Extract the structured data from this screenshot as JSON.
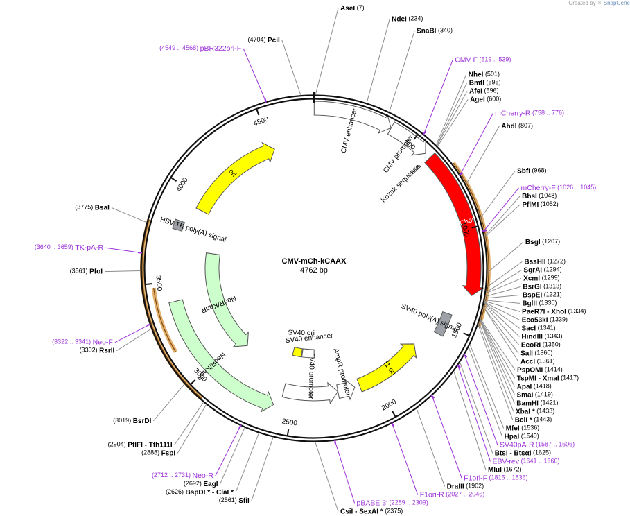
{
  "header": {
    "created_by": "Created by",
    "brand": "SnapGene"
  },
  "plasmid": {
    "name": "CMV-mCh-kCAAX",
    "size_label": "4762 bp",
    "length": 4762
  },
  "colors": {
    "backbone": "#111111",
    "enzyme_line": "#8c8c8c",
    "primer": "#9b30d8",
    "origin": "#ffff00",
    "promoter": "#ffffff",
    "cds_red": "#ff0000",
    "cds_green": "#ccffcc",
    "polyA": "#9ea2a8",
    "orange_outline": "#d9963d"
  },
  "ticks": [
    "500",
    "1000",
    "1500",
    "2000",
    "2500",
    "3000",
    "3500",
    "4000",
    "4500"
  ],
  "sites": [
    {
      "name": "SnaBI",
      "pos": "(340)",
      "enzyme": true
    },
    {
      "name": "CMV-F",
      "pos": "(519 .. 539)",
      "enzyme": false
    },
    {
      "name": "NheI",
      "pos": "(591)",
      "enzyme": true
    },
    {
      "name": "BmtI",
      "pos": "(595)",
      "enzyme": true
    },
    {
      "name": "AfeI",
      "pos": "(596)",
      "enzyme": true
    },
    {
      "name": "AgeI",
      "pos": "(600)",
      "enzyme": true
    },
    {
      "name": "mCherry-R",
      "pos": "(758 .. 776)",
      "enzyme": false
    },
    {
      "name": "AhdI",
      "pos": "(807)",
      "enzyme": true
    },
    {
      "name": "SbfI",
      "pos": "(968)",
      "enzyme": true
    },
    {
      "name": "mCherry-F",
      "pos": "(1026 .. 1045)",
      "enzyme": false
    },
    {
      "name": "BbsI",
      "pos": "(1048)",
      "enzyme": true
    },
    {
      "name": "PflMI",
      "pos": "(1052)",
      "enzyme": true
    },
    {
      "name": "BsgI",
      "pos": "(1207)",
      "enzyme": true
    },
    {
      "name": "BssHII",
      "pos": "(1272)",
      "enzyme": true
    },
    {
      "name": "SgrAI",
      "pos": "(1294)",
      "enzyme": true
    },
    {
      "name": "XcmI",
      "pos": "(1299)",
      "enzyme": true
    },
    {
      "name": "BsrGI",
      "pos": "(1313)",
      "enzyme": true
    },
    {
      "name": "BspEI",
      "pos": "(1321)",
      "enzyme": true
    },
    {
      "name": "BglII",
      "pos": "(1330)",
      "enzyme": true
    },
    {
      "name": "PaeR7I  - XhoI",
      "pos": "(1334)",
      "enzyme": true
    },
    {
      "name": "Eco53kI",
      "pos": "(1339)",
      "enzyme": true
    },
    {
      "name": "SacI",
      "pos": "(1341)",
      "enzyme": true
    },
    {
      "name": "HindIII",
      "pos": "(1343)",
      "enzyme": true
    },
    {
      "name": "EcoRI",
      "pos": "(1350)",
      "enzyme": true
    },
    {
      "name": "SalI",
      "pos": "(1360)",
      "enzyme": true
    },
    {
      "name": "AccI",
      "pos": "(1361)",
      "enzyme": true
    },
    {
      "name": "PspOMI",
      "pos": "(1414)",
      "enzyme": true
    },
    {
      "name": "TspMI  - XmaI",
      "pos": "(1417)",
      "enzyme": true
    },
    {
      "name": "ApaI",
      "pos": "(1418)",
      "enzyme": true
    },
    {
      "name": "SmaI",
      "pos": "(1419)",
      "enzyme": true
    },
    {
      "name": "BamHI",
      "pos": "(1421)",
      "enzyme": true
    },
    {
      "name": "XbaI *",
      "pos": "(1433)",
      "enzyme": true
    },
    {
      "name": "BclI *",
      "pos": "(1443)",
      "enzyme": true
    },
    {
      "name": "MfeI",
      "pos": "(1536)",
      "enzyme": true
    },
    {
      "name": "HpaI",
      "pos": "(1549)",
      "enzyme": true
    },
    {
      "name": "SV40pA-R",
      "pos": "(1587 .. 1606)",
      "enzyme": false
    },
    {
      "name": "BtsI  - BtsαI",
      "pos": "(1625)",
      "enzyme": true
    },
    {
      "name": "EBV-rev",
      "pos": "(1641 .. 1660)",
      "enzyme": false
    },
    {
      "name": "MluI",
      "pos": "(1672)",
      "enzyme": true
    },
    {
      "name": "F1ori-F",
      "pos": "(1815 .. 1836)",
      "enzyme": false
    },
    {
      "name": "DraIII",
      "pos": "(1902)",
      "enzyme": true
    },
    {
      "name": "F1ori-R",
      "pos": "(2027 .. 2046)",
      "enzyme": false
    },
    {
      "name": "pBABE 3'",
      "pos": "(2289 .. 2309)",
      "enzyme": false
    },
    {
      "name": "CsiI  - SexAI *",
      "pos": "(2375)",
      "enzyme": true
    },
    {
      "name": "SfiI",
      "pos": "(2561)",
      "enzyme": true
    },
    {
      "name": "BspDI *  - ClaI *",
      "pos": "(2626)",
      "enzyme": true
    },
    {
      "name": "EagI",
      "pos": "(2692)",
      "enzyme": true
    },
    {
      "name": "Neo-R",
      "pos": "(2712 .. 2731)",
      "enzyme": false
    },
    {
      "name": "FspI",
      "pos": "(2888)",
      "enzyme": true
    },
    {
      "name": "PflFI  - Tth111I",
      "pos": "(2904)",
      "enzyme": true
    },
    {
      "name": "BsrDI",
      "pos": "(3019)",
      "enzyme": true
    },
    {
      "name": "RsrII",
      "pos": "(3302)",
      "enzyme": true
    },
    {
      "name": "Neo-F",
      "pos": "(3322 .. 3341)",
      "enzyme": false
    },
    {
      "name": "PfoI",
      "pos": "(3561)",
      "enzyme": true
    },
    {
      "name": "TK-pA-R",
      "pos": "(3640 .. 3659)",
      "enzyme": false
    },
    {
      "name": "BsaI",
      "pos": "(3775)",
      "enzyme": true
    },
    {
      "name": "pBR322ori-F",
      "pos": "(4549 .. 4568)",
      "enzyme": false
    },
    {
      "name": "PciI",
      "pos": "(4704)",
      "enzyme": true
    },
    {
      "name": "AseI",
      "pos": "(7)",
      "enzyme": true
    },
    {
      "name": "NdeI",
      "pos": "(234)",
      "enzyme": true
    }
  ],
  "features": [
    {
      "label": "CMV enhancer",
      "start": 1,
      "end": 380,
      "dir": 1,
      "kind": "promoter",
      "color": "#ffffff",
      "r": 231
    },
    {
      "label": "CMV promoter",
      "start": 381,
      "end": 584,
      "dir": 1,
      "kind": "promoter",
      "color": "#ffffff",
      "r": 231
    },
    {
      "label": "Kozak sequence",
      "start": 599,
      "end": 608,
      "dir": 0,
      "kind": "tiny",
      "color": "#ffffff",
      "r": 205
    },
    {
      "label": "mCherry",
      "start": 613,
      "end": 1320,
      "dir": 1,
      "kind": "cds",
      "color": "#ff0000",
      "r": 231
    },
    {
      "label": "SV40 poly(A) signal",
      "start": 1437,
      "end": 1558,
      "dir": 0,
      "kind": "box",
      "color": "#9ea2a8",
      "r": 203
    },
    {
      "label": "f1 ori",
      "start": 1680,
      "end": 2100,
      "dir": -1,
      "kind": "origin",
      "color": "#ffff00",
      "r": 181
    },
    {
      "label": "AmpR promoter",
      "start": 2130,
      "end": 2235,
      "dir": -1,
      "kind": "promoter",
      "color": "#ffffff",
      "r": 181
    },
    {
      "label": "SV40 promoter",
      "start": 2236,
      "end": 2565,
      "dir": -1,
      "kind": "promoter",
      "color": "#ffffff",
      "r": 181
    },
    {
      "label": "NeoR/KanR",
      "start": 2600,
      "end": 3395,
      "dir": -1,
      "kind": "cds",
      "color": "#ccffcc",
      "r": 205
    },
    {
      "label": "NeoR/KanR",
      "start": 2920,
      "end": 3680,
      "dir": -1,
      "kind": "cds",
      "color": "#ccffcc",
      "r": 147
    },
    {
      "label": "HSV TK poly(A) signal",
      "start": 3780,
      "end": 3830,
      "dir": 0,
      "kind": "box",
      "color": "#9ea2a8",
      "r": 205
    },
    {
      "label": "ori",
      "start": 3930,
      "end": 4520,
      "dir": 1,
      "kind": "origin",
      "color": "#ffff00",
      "r": 181
    }
  ],
  "inner_labels": [
    {
      "text": "SV40 ori",
      "start": 2490,
      "end": 2565,
      "dir": 0,
      "color": "#ffff00"
    },
    {
      "text": "SV40 enhancer",
      "start": 2380,
      "end": 2484,
      "dir": 0,
      "color": "#ffffff"
    }
  ],
  "highlights": [
    {
      "start": 700,
      "end": 1450,
      "r": 252
    },
    {
      "start": 2920,
      "end": 3790,
      "r": 248
    },
    {
      "start": 3160,
      "end": 3480,
      "r": 233
    }
  ]
}
